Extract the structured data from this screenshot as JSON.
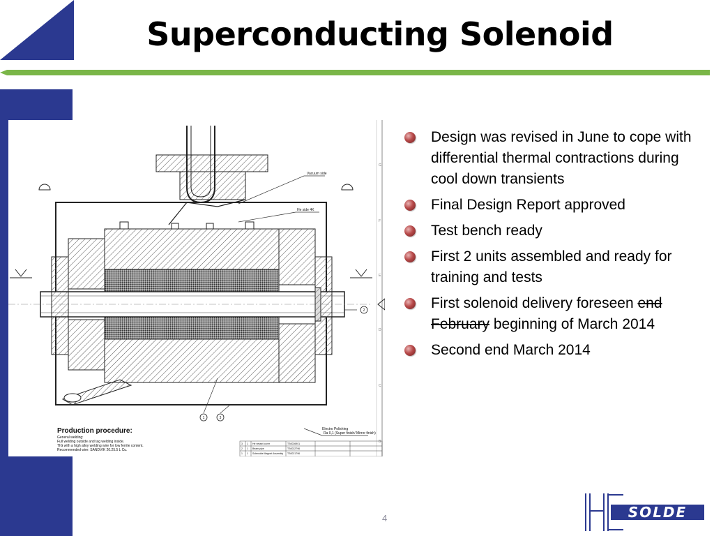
{
  "slide": {
    "title": "Superconducting Solenoid",
    "page_number": "4"
  },
  "drawing": {
    "callouts": {
      "vacuum_side": "Vacuum side",
      "he_side": "He side 4K",
      "circle_1": "1",
      "circle_2": "2",
      "circle_3": "3",
      "electro_polishing": "Electro Polishing",
      "finish": "Ra 0,1 (Super finish/ Mirror finish)"
    },
    "zone_letters": [
      "G",
      "F",
      "E",
      "D",
      "C",
      "B"
    ],
    "production": {
      "title": "Production procedure:",
      "lines": [
        "General welding:",
        "Full welding outside and tag welding inside.",
        "TIG with a high alloy welding wire for low ferrite content.",
        "Recommended wire: SANDVIK 20.25.5 L Cu."
      ]
    },
    "parts_list": [
      [
        "3",
        "1",
        "He vessel cover",
        "TS0026901"
      ],
      [
        "2",
        "1",
        "Beam pipe",
        "TS0022796"
      ],
      [
        "1",
        "1",
        "Solenoide Magnet Assembly",
        "TS0021796"
      ]
    ]
  },
  "bullets": {
    "items": [
      {
        "text": "Design was revised in June to cope with differential thermal contractions during cool down transients"
      },
      {
        "text": "Final Design Report approved"
      },
      {
        "text": "Test bench ready"
      },
      {
        "text": "First 2 units assembled and ready for training and tests"
      },
      {
        "before": "First solenoid delivery foreseen ",
        "struck": "end February",
        "after": " beginning of March 2014"
      },
      {
        "text": "Second end March 2014"
      }
    ]
  },
  "logo": {
    "text": "HE SOLDE"
  },
  "colors": {
    "navy": "#2b3990",
    "green": "#7ab648",
    "bullet": "#b84a4a"
  }
}
